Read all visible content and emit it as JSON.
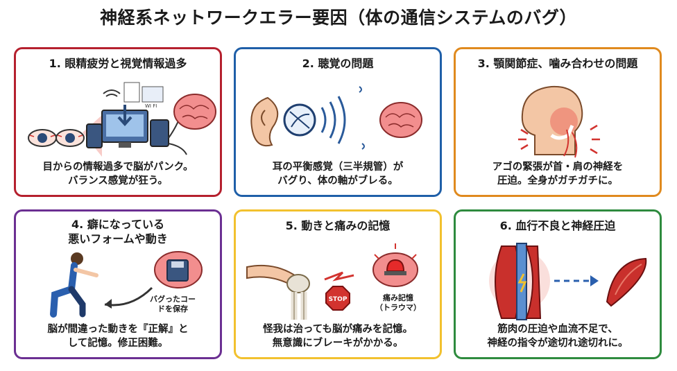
{
  "title": "神経系ネットワークエラー要因（体の通信システムのバグ）",
  "cards": [
    {
      "heading": "1. 眼精疲労と視覚情報過多",
      "desc_lines": [
        "目からの情報過多で脳がパンク。",
        "バランス感覚が狂う。"
      ],
      "icon_text": "WI FI"
    },
    {
      "heading": "2. 聴覚の問題",
      "desc_lines": [
        "耳の平衡感覚（三半規管）が",
        "バグり、体の軸がブレる。"
      ]
    },
    {
      "heading": "3. 顎関節症、噛み合わせの問題",
      "desc_lines": [
        "アゴの緊張が首・肩の神経を",
        "圧迫。全身がガチガチに。"
      ]
    },
    {
      "heading_lines": [
        "4. 癖になっている",
        "悪いフォームや動き"
      ],
      "desc_lines": [
        "脳が間違った動きを『正解』と",
        "して記憶。修正困難。"
      ],
      "label_lines": [
        "バグったコー",
        "ドを保存"
      ]
    },
    {
      "heading": "5. 動きと痛みの記憶",
      "desc_lines": [
        "怪我は治っても脳が痛みを記憶。",
        "無意識にブレーキがかかる。"
      ],
      "stop_text": "STOP",
      "label_lines": [
        "痛み記憶",
        "（トラウマ）"
      ]
    },
    {
      "heading": "6. 血行不良と神経圧迫",
      "desc_lines": [
        "筋肉の圧迫や血流不足で、",
        "神経の指令が途切れ途切れに。"
      ]
    }
  ]
}
